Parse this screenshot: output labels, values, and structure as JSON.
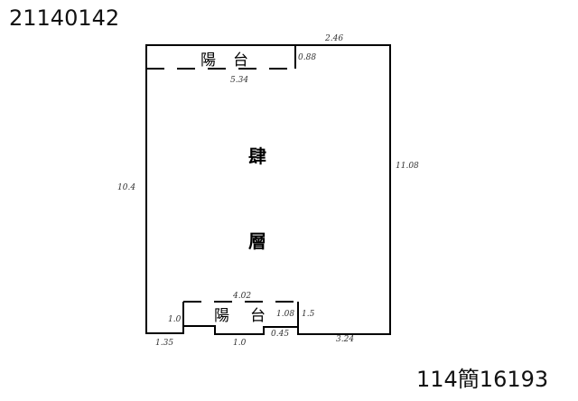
{
  "document_number": "21140142",
  "reference_number": "114簡16193",
  "floor_label": [
    "肆",
    "層"
  ],
  "balcony_top": [
    "陽",
    "台"
  ],
  "balcony_bottom": [
    "陽",
    "台"
  ],
  "dimensions": {
    "top_right": "2.46",
    "top_balcony_depth": "0.88",
    "top_balcony_width": "5.34",
    "left": "10.4",
    "right": "11.08",
    "bottom_balcony_width": "4.02",
    "bottom_balcony_left_depth": "1.0",
    "bottom_balcony_right_inner": "1.08",
    "bottom_balcony_right_depth": "1.5",
    "bottom_left": "1.35",
    "bottom_middle": "1.0",
    "bottom_step": "0.45",
    "bottom_right": "3.24"
  }
}
